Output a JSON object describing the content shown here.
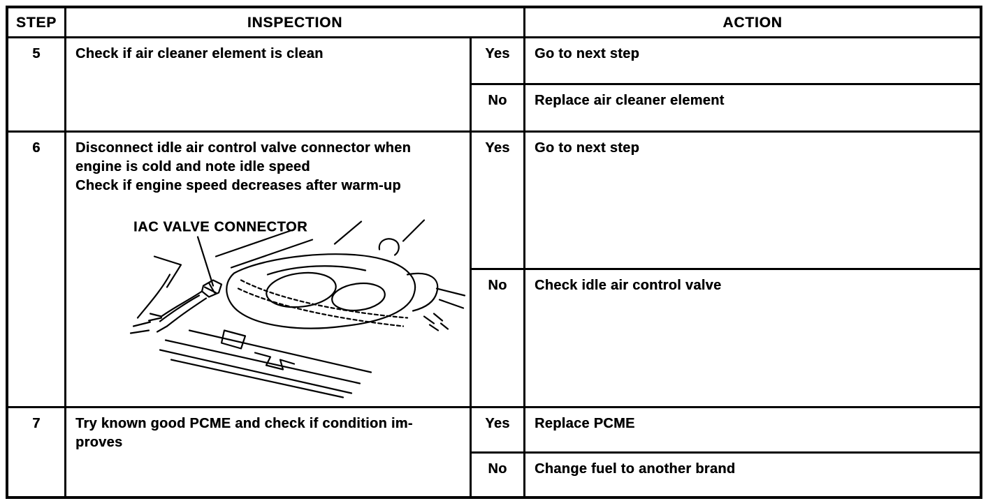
{
  "colors": {
    "ink": "#000000",
    "paper": "#ffffff"
  },
  "table": {
    "headers": {
      "step": "STEP",
      "inspection": "INSPECTION",
      "action": "ACTION"
    },
    "rows": [
      {
        "step": "5",
        "inspection_lines": [
          "Check if air cleaner element is clean"
        ],
        "branches": [
          {
            "answer": "Yes",
            "action": "Go to next step"
          },
          {
            "answer": "No",
            "action": "Replace air cleaner element"
          }
        ]
      },
      {
        "step": "6",
        "inspection_lines": [
          "Disconnect idle air control valve connector when",
          "engine is cold and note idle speed",
          "Check if engine speed decreases after warm-up"
        ],
        "figure_label": "IAC VALVE CONNECTOR",
        "branches": [
          {
            "answer": "Yes",
            "action": "Go to next step"
          },
          {
            "answer": "No",
            "action": "Check idle air control valve"
          }
        ]
      },
      {
        "step": "7",
        "inspection_lines": [
          "Try known good PCME and check if condition im-",
          "proves"
        ],
        "branches": [
          {
            "answer": "Yes",
            "action": "Replace PCME"
          },
          {
            "answer": "No",
            "action": "Change fuel to another brand"
          }
        ]
      }
    ]
  }
}
